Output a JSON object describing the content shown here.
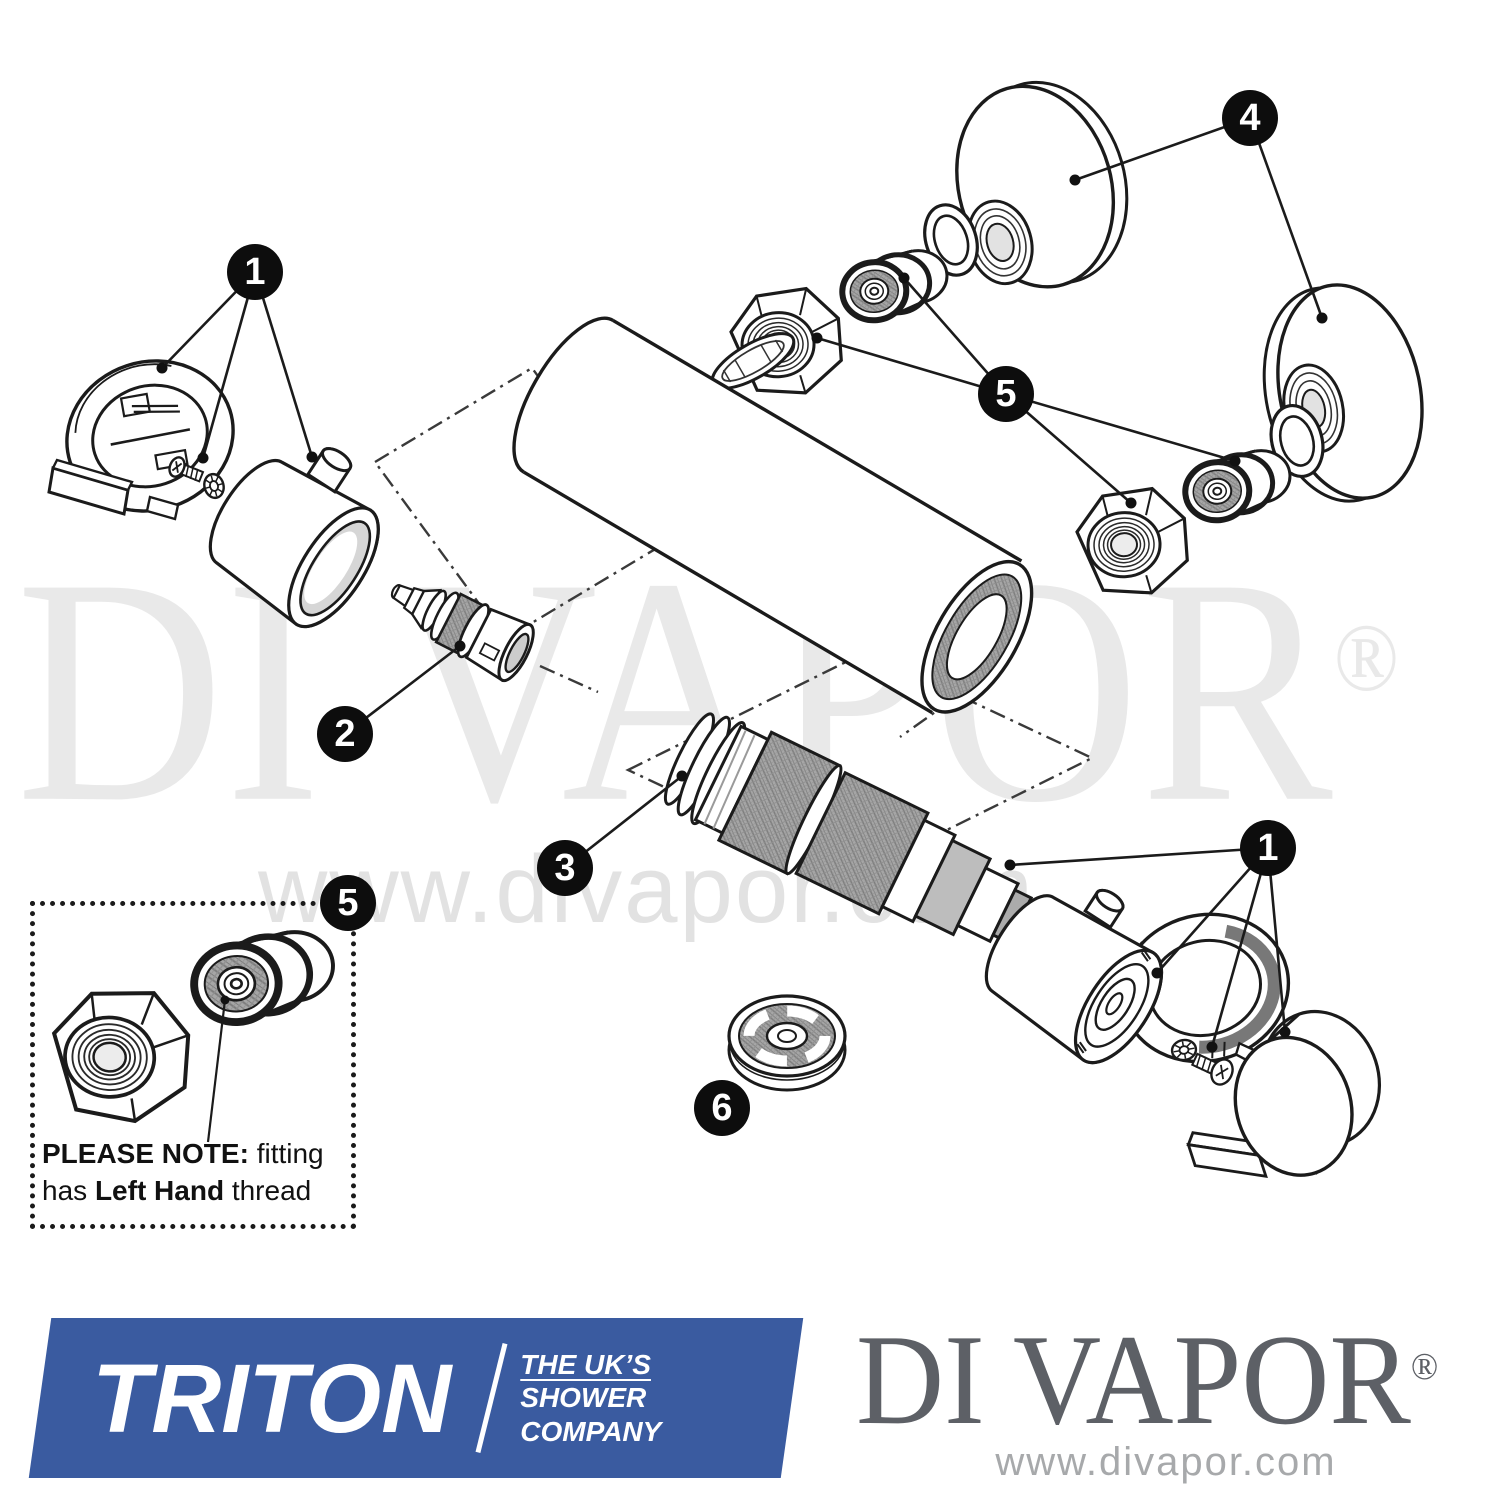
{
  "watermark": {
    "brand": "DI VAPOR",
    "reg": "®",
    "url": "www.divapor.com"
  },
  "callouts": [
    {
      "label": "1"
    },
    {
      "label": "2"
    },
    {
      "label": "3"
    },
    {
      "label": "4"
    },
    {
      "label": "5"
    },
    {
      "label": "6"
    },
    {
      "label": "5"
    },
    {
      "label": "1"
    }
  ],
  "inset": {
    "note_line1_bold": "PLEASE NOTE:",
    "note_line1_rest": " fitting",
    "note_line2_pre": "has ",
    "note_line2_bold": "Left Hand",
    "note_line2_rest": " thread"
  },
  "footer": {
    "triton": {
      "wordmark": "TRITON",
      "tag_line1": "THE UK’S",
      "tag_line2": "SHOWER",
      "tag_line3": "COMPANY"
    },
    "divapor": {
      "brand": "DI VAPOR",
      "reg": "®",
      "url": "www.divapor.com"
    }
  },
  "colors": {
    "triton_blue": "#3a5ba0",
    "divapor_gray": "#5d6066",
    "divapor_url_gray": "#a7a9ab",
    "watermark_gray": "#e9e9e9",
    "diagram_line": "#1b1b1b",
    "badge_bg": "#0d0d0d",
    "badge_text": "#ffffff"
  }
}
